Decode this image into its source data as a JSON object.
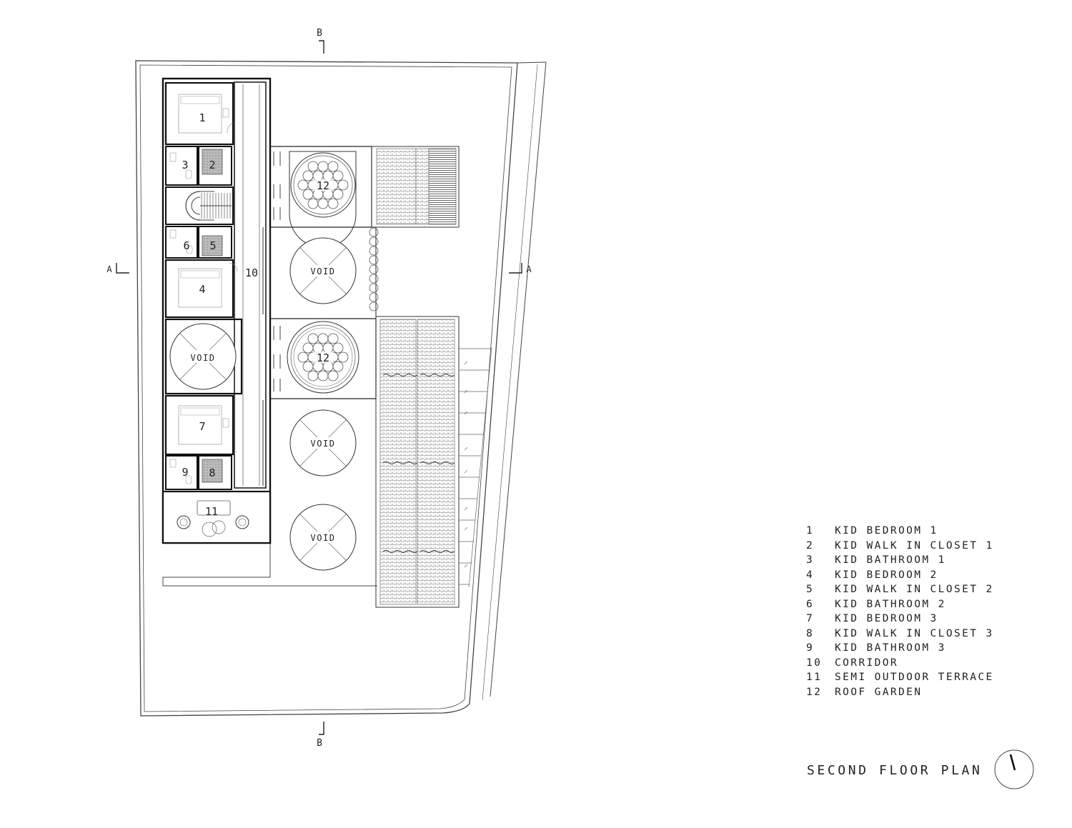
{
  "plan": {
    "section_marks": {
      "b": "B",
      "a": "A"
    },
    "room_labels": {
      "r1": "1",
      "r2": "2",
      "r3": "3",
      "r4": "4",
      "r5": "5",
      "r6": "6",
      "r7": "7",
      "r8": "8",
      "r9": "9",
      "r10": "10",
      "r11": "11",
      "r12": "12"
    },
    "void_label": "VOID"
  },
  "legend": [
    {
      "num": "1",
      "name": "KID BEDROOM 1"
    },
    {
      "num": "2",
      "name": "KID WALK IN CLOSET 1"
    },
    {
      "num": "3",
      "name": "KID BATHROOM 1"
    },
    {
      "num": "4",
      "name": "KID BEDROOM 2"
    },
    {
      "num": "5",
      "name": "KID WALK IN CLOSET 2"
    },
    {
      "num": "6",
      "name": "KID BATHROOM 2"
    },
    {
      "num": "7",
      "name": "KID BEDROOM 3"
    },
    {
      "num": "8",
      "name": "KID WALK IN CLOSET 3"
    },
    {
      "num": "9",
      "name": "KID BATHROOM 3"
    },
    {
      "num": "10",
      "name": "CORRIDOR"
    },
    {
      "num": "11",
      "name": "SEMI OUTDOOR TERRACE"
    },
    {
      "num": "12",
      "name": "ROOF GARDEN"
    }
  ],
  "title": "SECOND FLOOR PLAN",
  "north_arrow_icon": "north-arrow-icon"
}
